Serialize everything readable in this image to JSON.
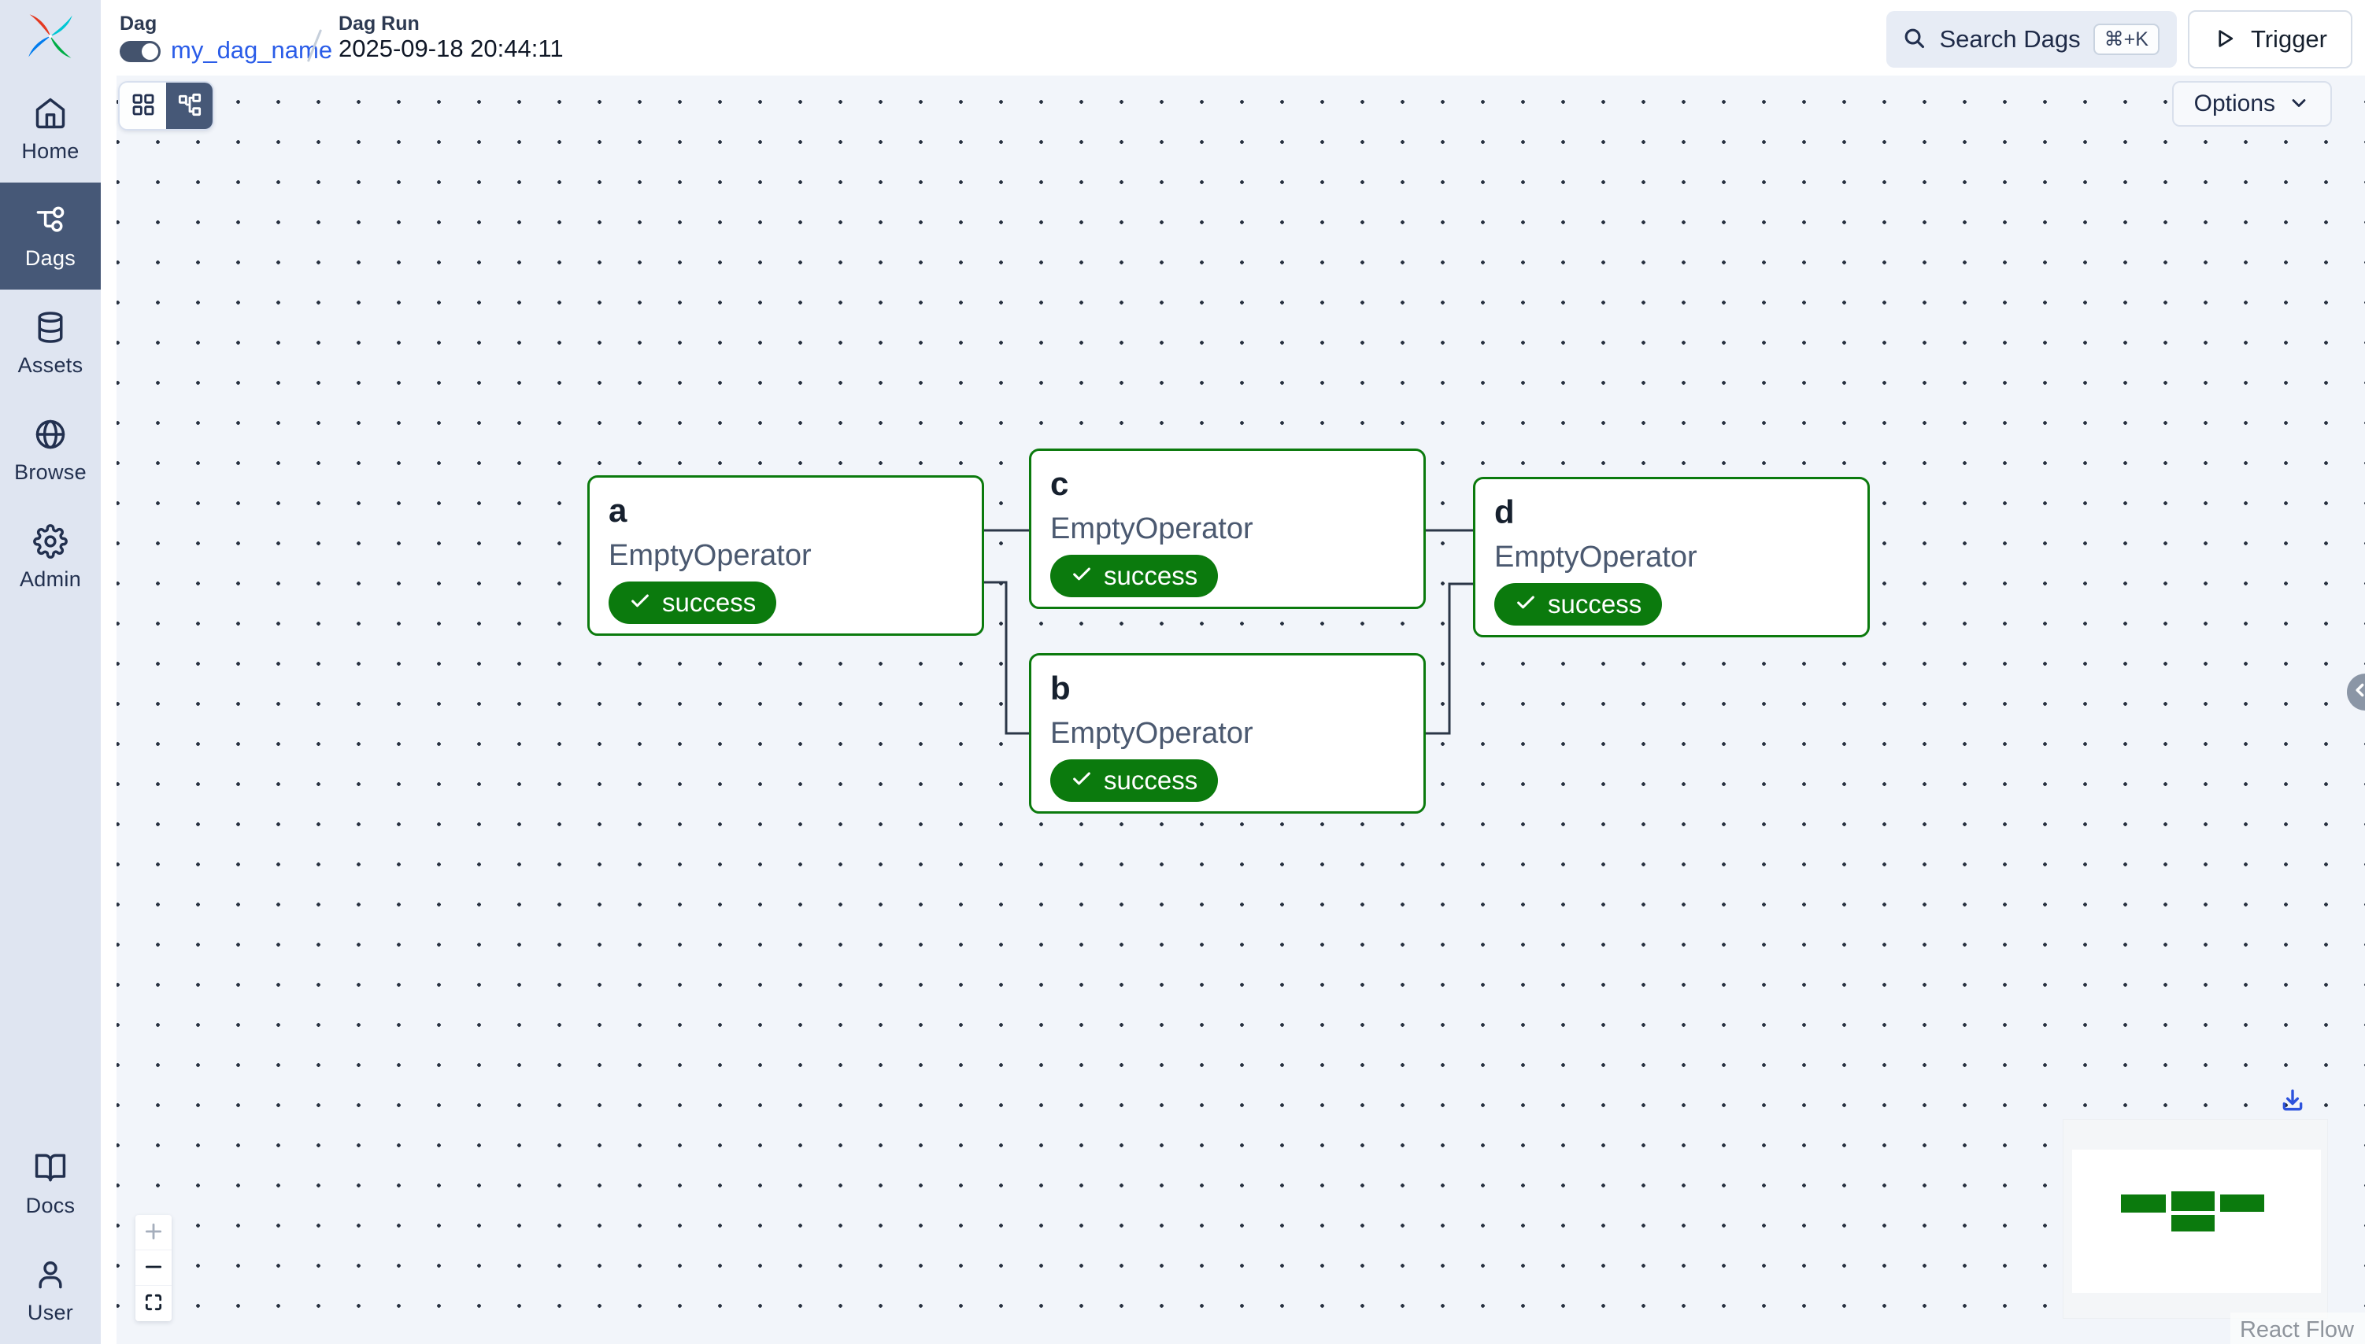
{
  "app": {
    "title": "Airflow"
  },
  "breadcrumb": {
    "section_label": "Dag",
    "dag_name": "my_dag_name",
    "run_label": "Dag Run",
    "run_timestamp": "2025-09-18 20:44:11",
    "pause_toggle_on": true
  },
  "topbar": {
    "search_label": "Search Dags",
    "search_shortcut": "⌘+K",
    "trigger_label": "Trigger"
  },
  "sidebar": {
    "items": [
      {
        "label": "Home",
        "icon": "home-icon",
        "active": false
      },
      {
        "label": "Dags",
        "icon": "dag-graph-icon",
        "active": true
      },
      {
        "label": "Assets",
        "icon": "database-icon",
        "active": false
      },
      {
        "label": "Browse",
        "icon": "globe-icon",
        "active": false
      },
      {
        "label": "Admin",
        "icon": "gear-icon",
        "active": false
      }
    ],
    "bottom_items": [
      {
        "label": "Docs",
        "icon": "book-icon"
      },
      {
        "label": "User",
        "icon": "user-icon"
      }
    ]
  },
  "toolbar": {
    "options_label": "Options",
    "view_modes": [
      "grid",
      "graph"
    ],
    "active_view": "graph"
  },
  "graph": {
    "nodes": {
      "a": {
        "title": "a",
        "operator": "EmptyOperator",
        "status": "success"
      },
      "b": {
        "title": "b",
        "operator": "EmptyOperator",
        "status": "success"
      },
      "c": {
        "title": "c",
        "operator": "EmptyOperator",
        "status": "success"
      },
      "d": {
        "title": "d",
        "operator": "EmptyOperator",
        "status": "success"
      }
    },
    "edges": [
      "a->c",
      "a->b",
      "c->d",
      "b->d"
    ]
  },
  "attribution": {
    "label": "React Flow"
  },
  "colors": {
    "success_green": "#0b7a0d",
    "link_blue": "#2a5ce8",
    "active_nav_bg": "#465877",
    "download_blue": "#2d53dd",
    "sidebar_bg": "#dfe5f1",
    "canvas_bg": "#f2f5fa"
  }
}
